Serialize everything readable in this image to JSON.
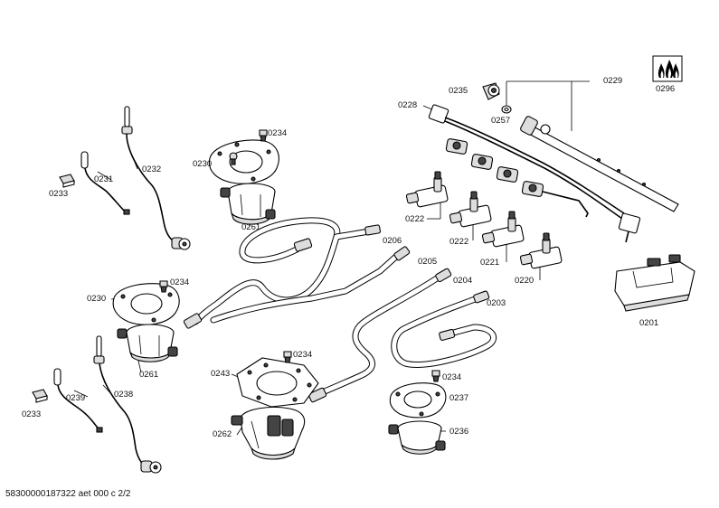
{
  "labels": {
    "l0201": "0201",
    "l0203": "0203",
    "l0204": "0204",
    "l0205": "0205",
    "l0206": "0206",
    "l0220": "0220",
    "l0221": "0221",
    "l0222a": "0222",
    "l0222b": "0222",
    "l0228": "0228",
    "l0229": "0229",
    "l0230a": "0230",
    "l0230b": "0230",
    "l0231": "0231",
    "l0232": "0232",
    "l0233a": "0233",
    "l0233b": "0233",
    "l0234a": "0234",
    "l0234b": "0234",
    "l0234c": "0234",
    "l0234d": "0234",
    "l0235": "0235",
    "l0236": "0236",
    "l0237": "0237",
    "l0238": "0238",
    "l0239": "0239",
    "l0243": "0243",
    "l0257": "0257",
    "l0261a": "0261",
    "l0261b": "0261",
    "l0262": "0262",
    "l0296": "0296"
  },
  "footer": "58300000187322 aet 000 c 2/2"
}
